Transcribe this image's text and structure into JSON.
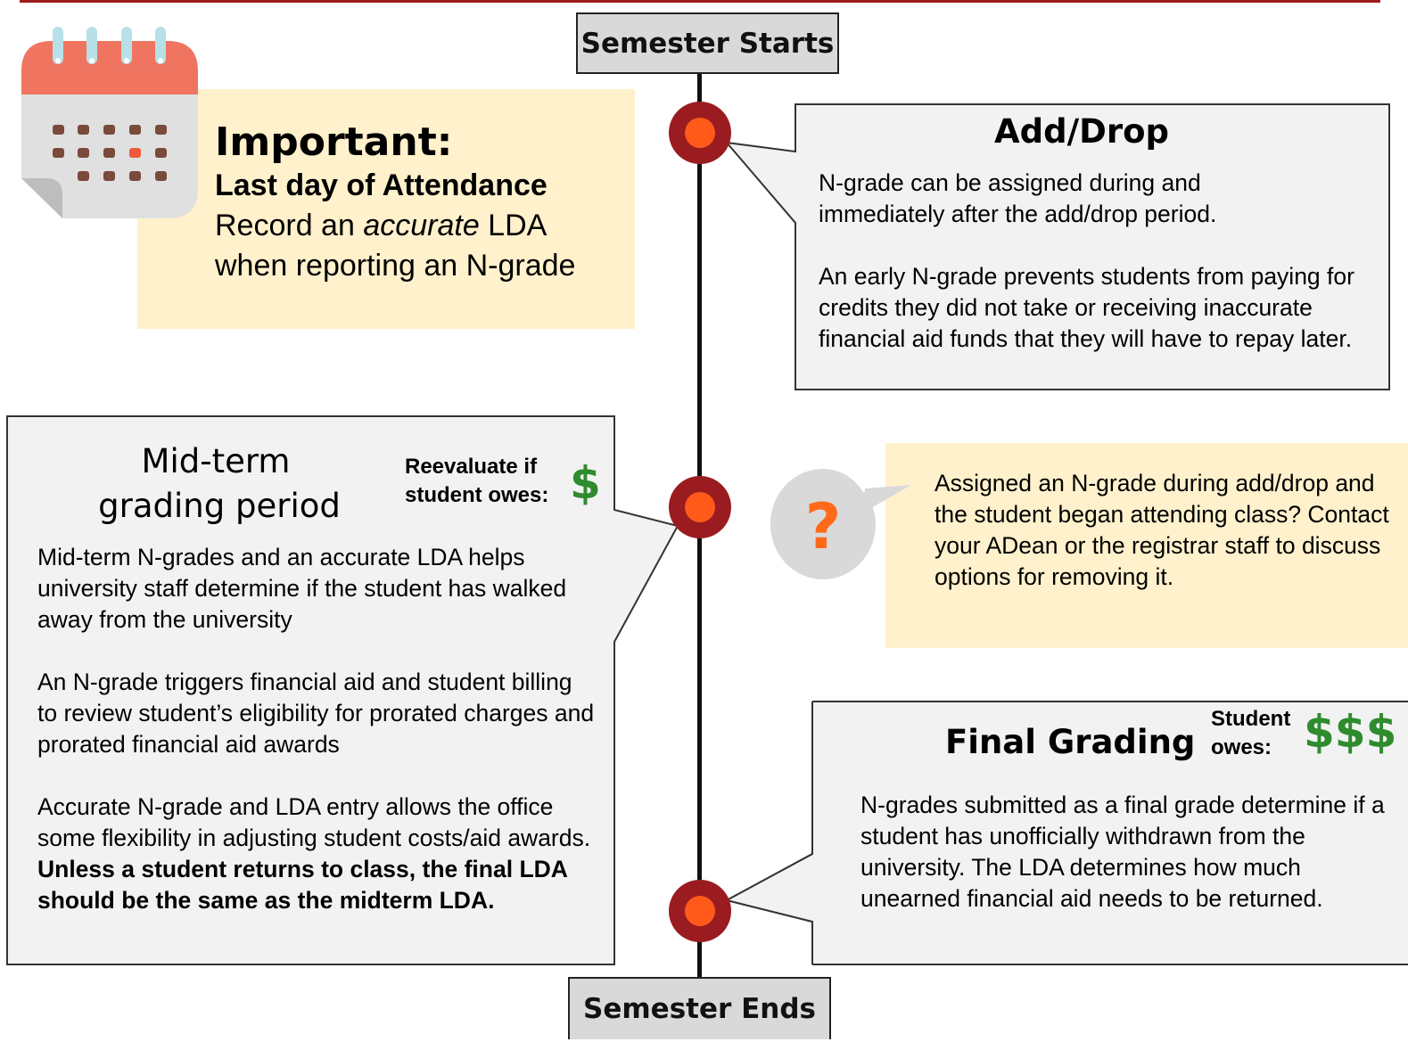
{
  "colors": {
    "accent_red": "#a01c1c",
    "node_outer": "#9b1c20",
    "node_inner": "#ff5a1a",
    "callout_fill": "#f2f2f2",
    "note_fill": "#fff1cc",
    "money_green": "#2e8b2e",
    "question_orange": "#ff6a1a"
  },
  "timeline": {
    "start_label": "Semester Starts",
    "end_label": "Semester Ends"
  },
  "important_note": {
    "icon": "calendar-icon",
    "title": "Important:",
    "subtitle": "Last day of Attendance",
    "line1_before": "Record an ",
    "line1_emph": "accurate",
    "line1_after": " LDA",
    "line2": "when reporting an N-grade"
  },
  "add_drop": {
    "heading": "Add/Drop",
    "para1": "N-grade can be assigned during and immediately after the add/drop period.",
    "para2": "An early N-grade prevents students from paying for credits they did not take or receiving inaccurate financial aid funds that they will have to repay later."
  },
  "midterm": {
    "heading_line1": "Mid-term",
    "heading_line2": "grading period",
    "reevaluate_line1": "Reevaluate if",
    "reevaluate_line2": "student owes:",
    "money": "$",
    "para1": "Mid-term N-grades and an accurate LDA helps university staff determine if the student has walked away from the university",
    "para2": "An N-grade triggers financial aid and student billing to review student’s eligibility for prorated charges and prorated financial aid awards",
    "para3_normal": "Accurate N-grade and LDA entry allows the office some flexibility in adjusting student costs/aid awards. ",
    "para3_bold": "Unless a student returns to class, the final LDA should be the same as the midterm LDA."
  },
  "question_note": {
    "icon": "question-icon",
    "symbol": "?",
    "text": "Assigned an N-grade during add/drop and the student began attending class? Contact your ADean or the registrar staff to discuss options for removing it."
  },
  "final_grading": {
    "heading": "Final Grading",
    "owes_line1": "Student",
    "owes_line2": "owes:",
    "money": "$$$",
    "para1": "N-grades submitted as a final grade determine if a student has unofficially withdrawn from the university. The LDA determines how much unearned financial aid needs to be returned."
  }
}
